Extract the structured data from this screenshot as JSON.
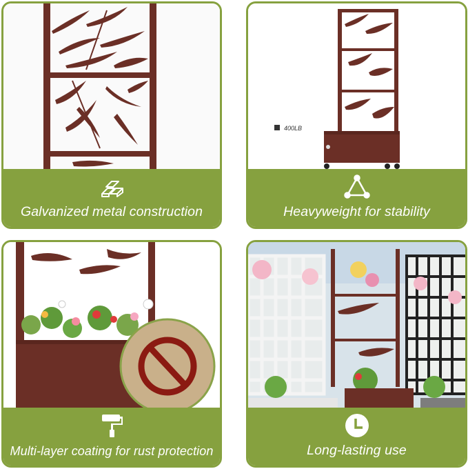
{
  "cards": [
    {
      "caption": "Galvanized metal construction",
      "icon": "metal-bars-icon"
    },
    {
      "caption": "Heavyweight for stability",
      "icon": "weight-triangle-icon",
      "weight_label": "400LB"
    },
    {
      "caption": "Multi-layer coating for rust protection",
      "icon": "paint-roller-icon"
    },
    {
      "caption": "Long-lasting use",
      "icon": "clock-icon"
    }
  ],
  "colors": {
    "band": "#86a13f",
    "metal": "#6b2f26",
    "white": "#ffffff"
  }
}
